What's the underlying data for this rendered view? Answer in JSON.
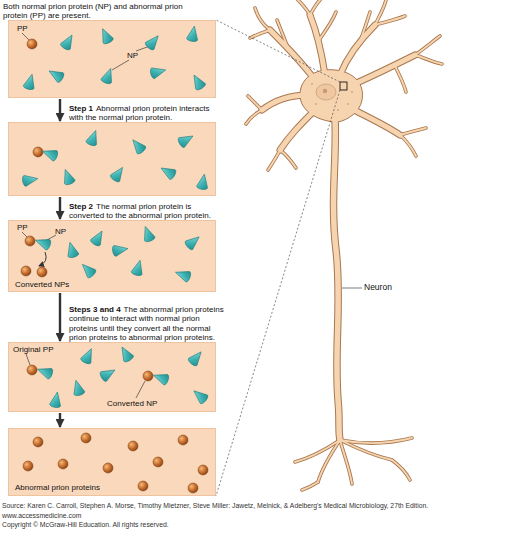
{
  "diagram": {
    "nodes": [
      {
        "text": [
          "Both normal prion protein (NP) and abnormal prion protein (PP) are present.",
          "PP",
          "NP"
        ]
      },
      {
        "text": [
          "Step 1",
          "Abnormal prion protein interacts with the normal prion protein."
        ]
      },
      {
        "text": [
          "Step 2",
          "The normal prion protein is converted to the abnormal prion protein.",
          "PP",
          "NP",
          "Converted NPs"
        ]
      },
      {
        "text": [
          "Steps 3 and 4",
          "The abnormal prion proteins continue to interact with normal prion proteins until they convert all the normal prion proteins to abnormal prion proteins.",
          "Original PP",
          "Converted NP"
        ]
      },
      {
        "text": [
          "Abnormal prion proteins"
        ]
      }
    ],
    "edges": [
      {
        "from": 0,
        "to": 1,
        "arrow": "to"
      },
      {
        "from": 1,
        "to": 2,
        "arrow": "to"
      },
      {
        "from": 2,
        "to": 3,
        "arrow": "to"
      },
      {
        "from": 3,
        "to": 4,
        "arrow": "to"
      }
    ],
    "labels": [
      "Neuron",
      "Source: Karen C. Carroll, Stephen A. Morse, Timothy Mietzner, Steve Miller: Jawetz, Melnick, & Adelberg's Medical Microbiology, 27th Edition.",
      "www.accessmedicine.com",
      "Copyright © McGraw-Hill Education. All rights reserved."
    ]
  }
}
